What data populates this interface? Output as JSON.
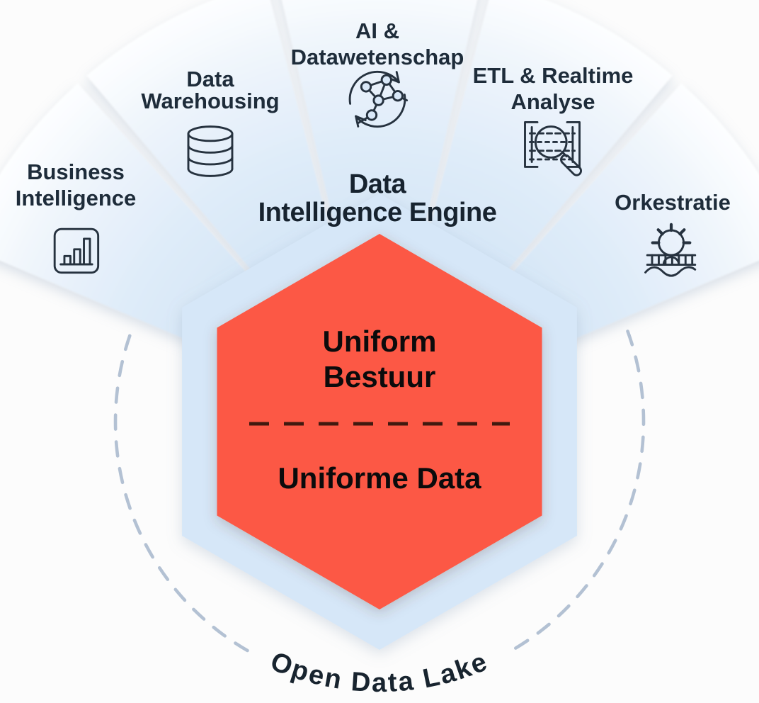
{
  "title": {
    "lines": [
      "Data",
      "Intelligence Engine"
    ]
  },
  "sectors": [
    {
      "label_lines": [
        "Business",
        "Intelligence"
      ],
      "icon": "bar-chart-icon"
    },
    {
      "label_lines": [
        "Data",
        "Warehousing"
      ],
      "icon": "database-icon"
    },
    {
      "label_lines": [
        "AI &",
        "Datawetenschap"
      ],
      "icon": "ai-network-icon"
    },
    {
      "label_lines": [
        "ETL & Realtime",
        "Analyse"
      ],
      "icon": "etl-magnifier-icon"
    },
    {
      "label_lines": [
        "Orkestratie"
      ],
      "icon": "orchestration-icon"
    }
  ],
  "hexagon": {
    "governance_lines": [
      "Uniform",
      "Bestuur"
    ],
    "data_label": "Uniforme Data"
  },
  "lake_label": "Open Data Lake",
  "colors": {
    "hexagon_red": "#fc5844",
    "hexagon_blue": "#d6e7f8",
    "fan_blue_inner": "#c6dcf3",
    "dash_circle": "#b3c1d3",
    "inner_dash": "#40190f",
    "text_dark": "#1e2c3a"
  }
}
